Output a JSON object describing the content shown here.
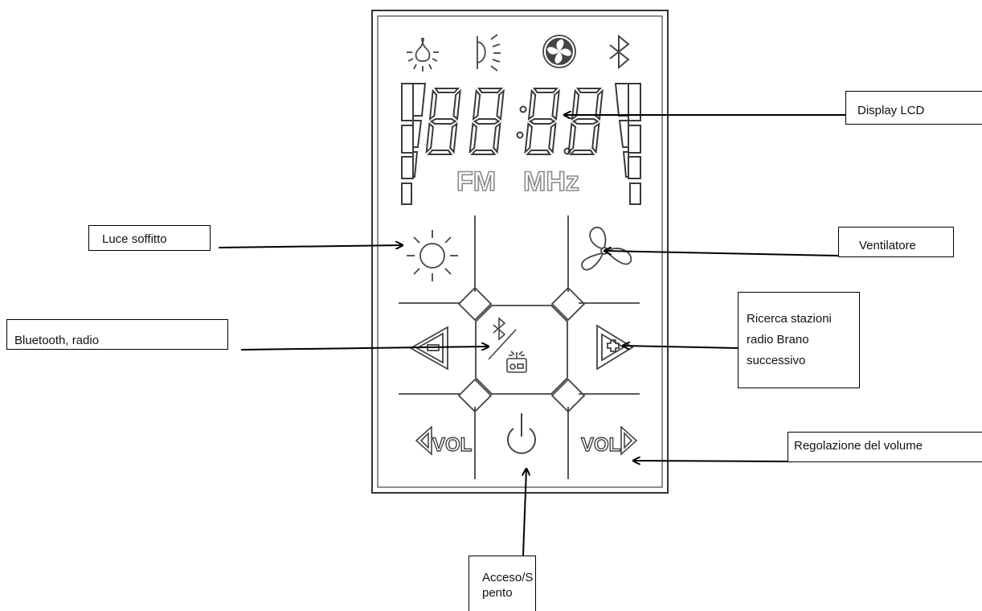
{
  "panel": {
    "status_icons": [
      "ceiling-light-icon",
      "lamp-icon",
      "fan-icon",
      "bluetooth-icon"
    ],
    "lcd_digits": "88:8.8",
    "lcd_units": {
      "band": "FM",
      "unit": "MHz"
    },
    "buttons": {
      "light": "sun-icon",
      "fan": "fan-icon",
      "prev": "minus-arrow-icon",
      "mode": "bluetooth-radio-icon",
      "next": "plus-arrow-icon",
      "vol_down": "VOL",
      "power": "power-icon",
      "vol_up": "VOL"
    }
  },
  "callouts": {
    "display": "Display LCD",
    "light": "Luce soffitto",
    "fan": "Ventilatore",
    "mode": "Bluetooth, radio",
    "next": "Ricerca stazioni radio Brano successivo",
    "volume": "Regolazione del volume",
    "power": "Acceso/Spento"
  },
  "colors": {
    "line": "#333333",
    "icon": "#444444",
    "lcd": "#3a3a3a",
    "lcd_text": "#8a8a8a",
    "arrow": "#000000"
  }
}
